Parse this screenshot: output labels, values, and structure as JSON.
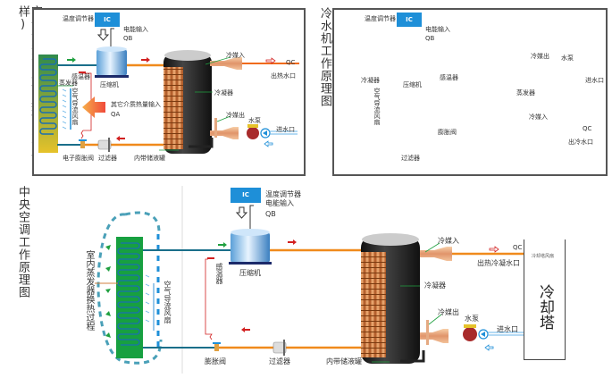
{
  "panels": {
    "air_source": {
      "title": "空气源热泵工作原理(对应实样)",
      "labels": {
        "temp_regulator": "温度调节器",
        "ic": "IC",
        "power_input": "电能输入",
        "qb": "QB",
        "compressor": "压缩机",
        "sensor": "感温器",
        "evaporator": "蒸发器",
        "fan": "空气导流风扇",
        "other_heat": "其它介质热量输入",
        "qa": "QA",
        "exp_valve": "电子膨胀阀",
        "filter": "过滤器",
        "tank": "内带储液罐",
        "refrig_in": "冷媒入",
        "condenser": "冷凝器",
        "refrig_out": "冷媒出",
        "pump": "水泵",
        "inlet": "进水口",
        "qc": "QC",
        "hot_outlet": "出热水口"
      }
    },
    "chiller": {
      "title": "冷水机工作原理图",
      "labels": {
        "temp_regulator": "温度调节器",
        "ic": "IC",
        "power_input": "电能输入",
        "qb": "QB",
        "compressor": "压缩机",
        "sensor": "感温器",
        "condenser": "冷凝器",
        "fan": "空气导流风扇",
        "exp_valve": "膨胀阀",
        "filter": "过滤器",
        "refrig_out": "冷媒出",
        "evaporator": "蒸发器",
        "refrig_in": "冷媒入",
        "pump": "水泵",
        "inlet": "进水口",
        "qc": "QC",
        "cold_outlet": "出冷水口"
      }
    },
    "central_ac": {
      "title": "中央空调工作原理图",
      "labels": {
        "indoor": "室内蒸发器换热过程",
        "fan": "空气导流风扇",
        "ic": "IC",
        "temp_regulator": "温度调节器",
        "power_input": "电能输入",
        "qb": "QB",
        "compressor": "压缩机",
        "sensor": "感温器",
        "exp_valve": "膨胀阀",
        "filter": "过滤器",
        "tank": "内带储液罐",
        "refrig_in": "冷媒入",
        "condenser": "冷凝器",
        "refrig_out": "冷媒出",
        "pump": "水泵",
        "inlet": "进水口",
        "qc": "QC",
        "hot_cond_outlet": "出热冷凝水口",
        "tower_fan": "冷却塔风扇",
        "tower": "冷却塔"
      }
    }
  },
  "colors": {
    "hot_pipe": "#f08a1c",
    "cold_pipe": "#1a6f8a",
    "coil_green": "#2f8a4c",
    "coil_yellow": "#e0c030",
    "ic_blue": "#1e8fd8",
    "red_arrow": "#d22020",
    "green_arrow": "#20a040",
    "copper": "#d4804a",
    "tank_dark": "#2a2a2a"
  }
}
